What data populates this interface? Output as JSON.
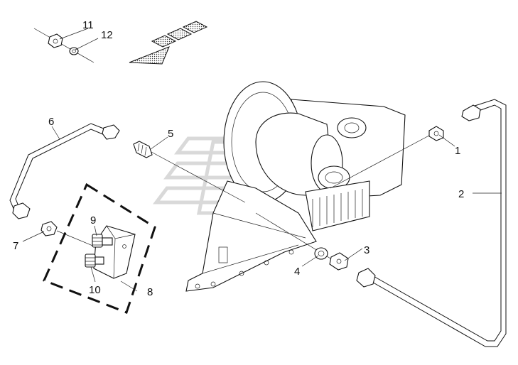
{
  "diagram": {
    "callouts": [
      {
        "id": "c1",
        "label": "1"
      },
      {
        "id": "c2",
        "label": "2"
      },
      {
        "id": "c3",
        "label": "3"
      },
      {
        "id": "c4",
        "label": "4"
      },
      {
        "id": "c5",
        "label": "5"
      },
      {
        "id": "c6",
        "label": "6"
      },
      {
        "id": "c7",
        "label": "7"
      },
      {
        "id": "c8",
        "label": "8"
      },
      {
        "id": "c9",
        "label": "9"
      },
      {
        "id": "c10",
        "label": "10"
      },
      {
        "id": "c11",
        "label": "11"
      },
      {
        "id": "c12",
        "label": "12"
      }
    ]
  },
  "colors": {
    "line": "#111111",
    "background": "#ffffff",
    "watermark": "#d9d9d9",
    "direction_arrow_fill": "#9a9a9a"
  },
  "icons": [
    "direction-arrow-icon",
    "nut-icon",
    "washer-icon"
  ]
}
